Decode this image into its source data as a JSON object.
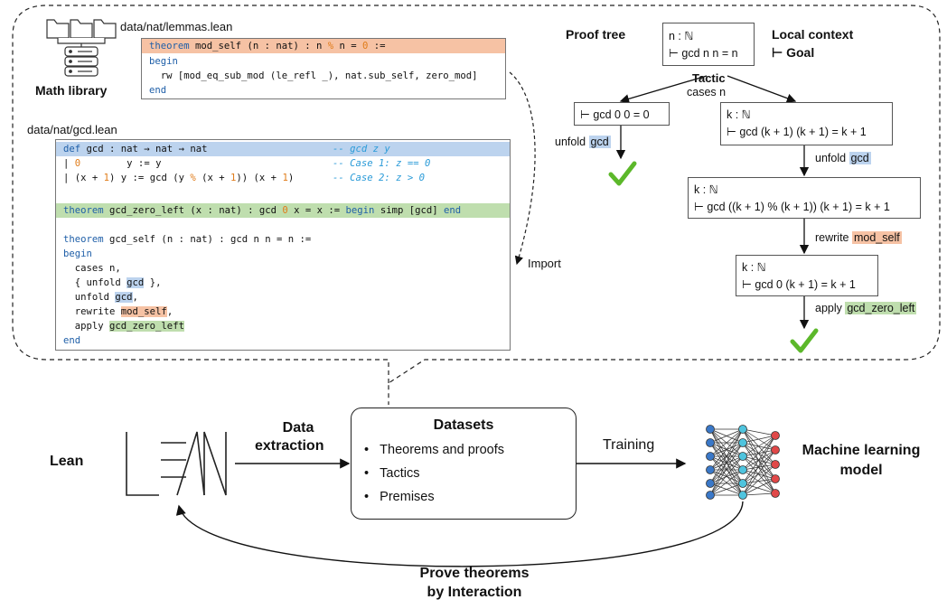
{
  "library": {
    "label": "Math library",
    "file_lemmas": "data/nat/lemmas.lean",
    "file_gcd": "data/nat/gcd.lean",
    "import_label": "Import"
  },
  "lemmas_code": {
    "l1_kw": "theorem",
    "l1_name": " mod_self",
    "l1_rest": " (n : nat) : n ",
    "l1_op": "%",
    "l1_mid": " n = ",
    "l1_zero": "0",
    "l1_end": " :=",
    "l2": "begin",
    "l3": "  rw [mod_eq_sub_mod (le_refl _), nat.sub_self, zero_mod]",
    "l4": "end"
  },
  "gcd_code": {
    "def_kw": "def",
    "def_rest": " gcd : nat → nat → nat",
    "def_cm": "-- gcd z y",
    "c1_bar": "| ",
    "c1_zero": "0",
    "c1_rest": "        y := y",
    "c1_cm": "-- Case 1: z == 0",
    "c2_a": "| (x + ",
    "c2_one": "1",
    "c2_b": ") y := gcd (y ",
    "c2_op": "%",
    "c2_c": " (x + ",
    "c2_one2": "1",
    "c2_d": ")) (x + ",
    "c2_one3": "1",
    "c2_e": ")",
    "c2_cm": "-- Case 2: z > 0",
    "gzl_kw": "theorem",
    "gzl_a": " gcd_zero_left (x : nat) : gcd ",
    "gzl_zero": "0",
    "gzl_b": " x = x := ",
    "gzl_begin": "begin",
    "gzl_c": " simp [gcd] ",
    "gzl_end": "end",
    "gs_kw": "theorem",
    "gs_rest": " gcd_self (n : nat) : gcd n n = n :=",
    "begin": "begin",
    "t1": "  cases n,",
    "t2_a": "  { unfold ",
    "t2_gcd": "gcd",
    "t2_b": " },",
    "t3_a": "  unfold ",
    "t3_gcd": "gcd",
    "t3_b": ",",
    "t4_a": "  rewrite ",
    "t4_hl": "mod_self",
    "t4_b": ",",
    "t5_a": "  apply ",
    "t5_hl": "gcd_zero_left",
    "end": "end"
  },
  "proof_tree": {
    "title": "Proof tree",
    "local_context": "Local context",
    "goal": "⊢ Goal",
    "tactic_label": "Tactic",
    "root_l1": "n : ℕ",
    "root_l2": "⊢ gcd n n = n",
    "cases": "cases n",
    "left_goal": "⊢ gcd 0 0 = 0",
    "unfold_word": "unfold ",
    "gcd_word": "gcd",
    "n2_l1": "k : ℕ",
    "n2_l2": "⊢ gcd (k + 1) (k + 1) = k + 1",
    "n3_l1": "k : ℕ",
    "n3_l2": "⊢  gcd ((k + 1) % (k + 1)) (k + 1) = k + 1",
    "rewrite_word": "rewrite ",
    "mod_self": "mod_self",
    "n4_l1": "k : ℕ",
    "n4_l2": "⊢ gcd 0 (k + 1) = k + 1",
    "apply_word": "apply ",
    "gcd_zero_left": "gcd_zero_left"
  },
  "pipeline": {
    "lean": "Lean",
    "logo": "LEAN",
    "data_extraction_1": "Data",
    "data_extraction_2": "extraction",
    "datasets_title": "Datasets",
    "datasets_items": [
      "Theorems and proofs",
      "Tactics",
      "Premises"
    ],
    "training": "Training",
    "ml_1": "Machine learning",
    "ml_2": "model",
    "prove_1": "Prove theorems",
    "prove_2": "by Interaction"
  },
  "colors": {
    "highlight_blue": "#bcd3ee",
    "highlight_orange": "#f6c2a4",
    "highlight_green": "#bfdeae",
    "check_green": "#5cb82a",
    "keyword_blue": "#1f5fa8",
    "number_orange": "#e07c1a",
    "comment_blue": "#2b9bd8"
  },
  "icons": [
    "folder-icon",
    "database-icon",
    "checkmark-icon",
    "neural-network-icon"
  ]
}
